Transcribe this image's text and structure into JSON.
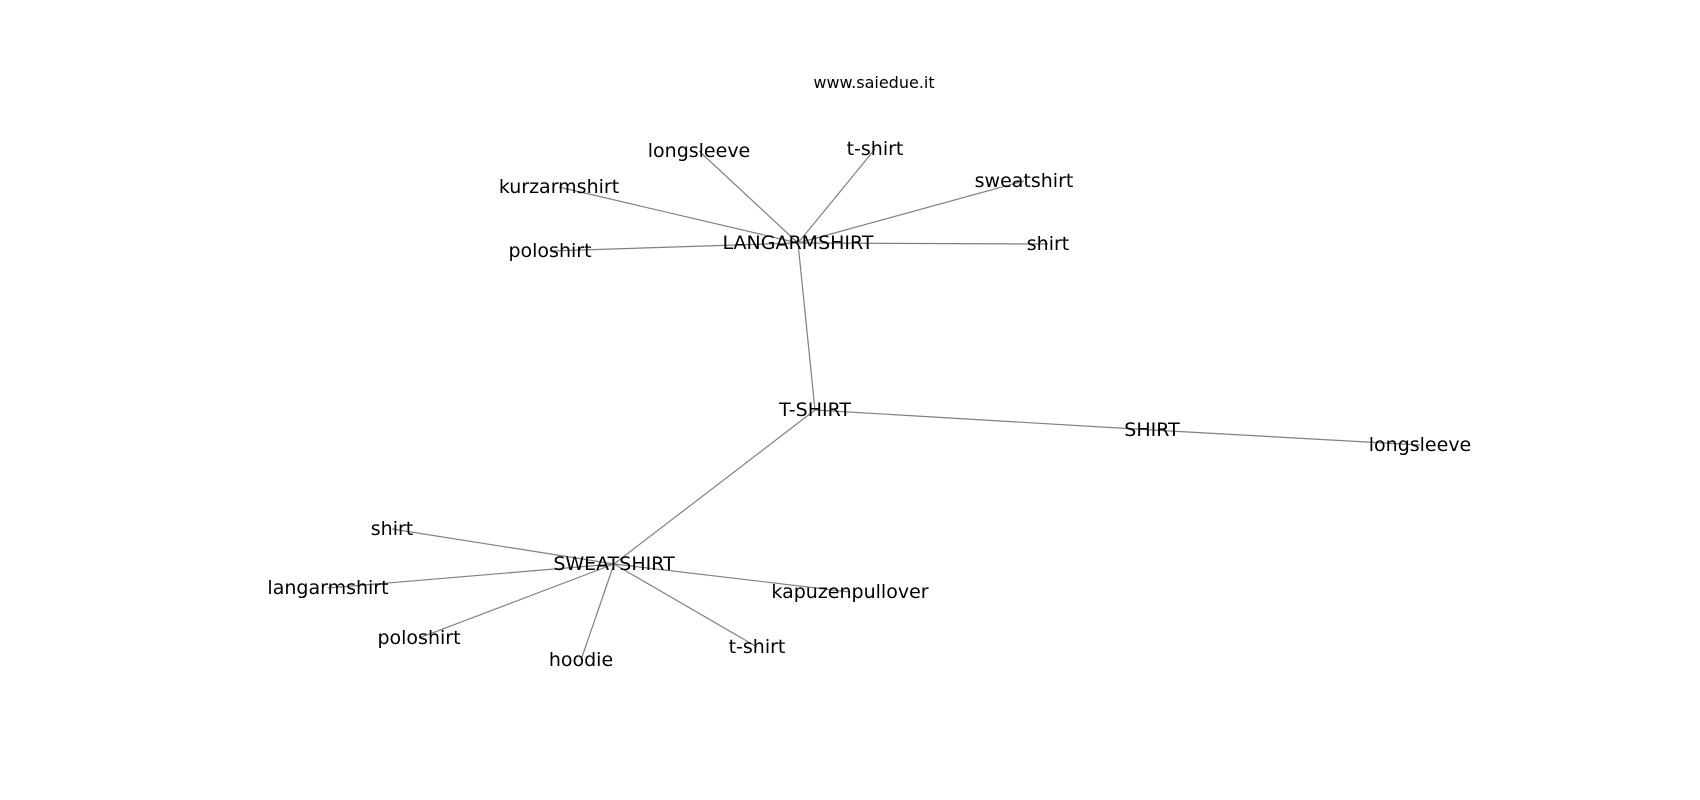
{
  "caption": "www.saiedue.it",
  "nodes": [
    {
      "id": "tshirt",
      "label": "T-SHIRT"
    },
    {
      "id": "langarmshirt",
      "label": "LANGARMSHIRT"
    },
    {
      "id": "sweatshirt",
      "label": "SWEATSHIRT"
    },
    {
      "id": "shirt_hub",
      "label": "SHIRT"
    },
    {
      "id": "lang_longsleeve",
      "label": "longsleeve"
    },
    {
      "id": "lang_tshirt",
      "label": "t-shirt"
    },
    {
      "id": "lang_kurzarmshirt",
      "label": "kurzarmshirt"
    },
    {
      "id": "lang_sweatshirt",
      "label": "sweatshirt"
    },
    {
      "id": "lang_poloshirt",
      "label": "poloshirt"
    },
    {
      "id": "lang_shirt",
      "label": "shirt"
    },
    {
      "id": "shirt_longsleeve",
      "label": "longsleeve"
    },
    {
      "id": "sweat_shirt",
      "label": "shirt"
    },
    {
      "id": "sweat_langarmshirt",
      "label": "langarmshirt"
    },
    {
      "id": "sweat_kapuzenpullover",
      "label": "kapuzenpullover"
    },
    {
      "id": "sweat_poloshirt",
      "label": "poloshirt"
    },
    {
      "id": "sweat_hoodie",
      "label": "hoodie"
    },
    {
      "id": "sweat_tshirt",
      "label": "t-shirt"
    }
  ],
  "edges": [
    [
      "tshirt",
      "langarmshirt"
    ],
    [
      "tshirt",
      "sweatshirt"
    ],
    [
      "tshirt",
      "shirt_hub"
    ],
    [
      "shirt_hub",
      "shirt_longsleeve"
    ],
    [
      "langarmshirt",
      "lang_longsleeve"
    ],
    [
      "langarmshirt",
      "lang_tshirt"
    ],
    [
      "langarmshirt",
      "lang_kurzarmshirt"
    ],
    [
      "langarmshirt",
      "lang_sweatshirt"
    ],
    [
      "langarmshirt",
      "lang_poloshirt"
    ],
    [
      "langarmshirt",
      "lang_shirt"
    ],
    [
      "sweatshirt",
      "sweat_shirt"
    ],
    [
      "sweatshirt",
      "sweat_langarmshirt"
    ],
    [
      "sweatshirt",
      "sweat_kapuzenpullover"
    ],
    [
      "sweatshirt",
      "sweat_poloshirt"
    ],
    [
      "sweatshirt",
      "sweat_hoodie"
    ],
    [
      "sweatshirt",
      "sweat_tshirt"
    ]
  ]
}
